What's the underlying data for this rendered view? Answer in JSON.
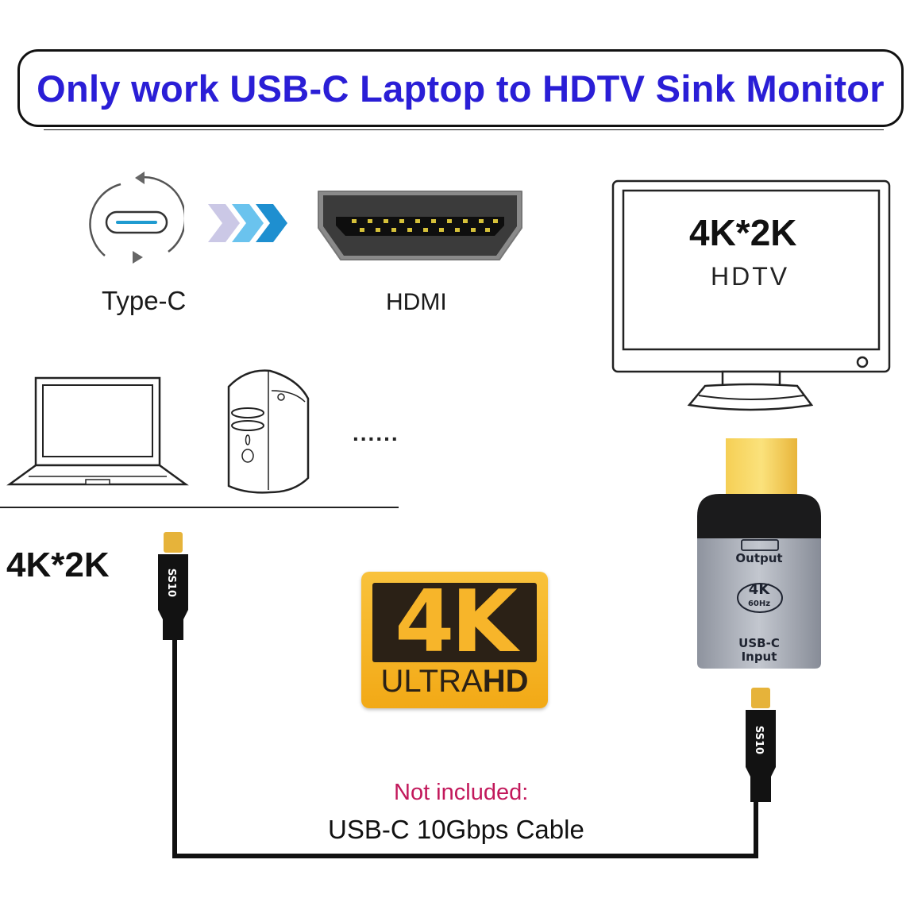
{
  "header": {
    "title": "Only work USB-C Laptop to HDTV Sink Monitor",
    "title_color": "#2a1ed6"
  },
  "connectors": {
    "source_label": "Type-C",
    "target_label": "HDMI",
    "source_icon": "usb-c-reversible-icon",
    "arrow_icon": "triple-chevron-right-icon",
    "target_icon": "hdmi-port-icon"
  },
  "monitor": {
    "resolution": "4K*2K",
    "type": "HDTV",
    "icon": "monitor-icon"
  },
  "devices": {
    "items": [
      {
        "name": "laptop",
        "icon": "laptop-icon"
      },
      {
        "name": "desktop",
        "icon": "desktop-tower-icon"
      }
    ],
    "more": "......"
  },
  "cable": {
    "resolution_label": "4K*2K",
    "note_label": "Not included:",
    "note_color": "#c2185b",
    "cable_label": "USB-C 10Gbps Cable",
    "plug_logo": "SS 10"
  },
  "badge": {
    "big": "4K",
    "ultra": "ULTRA",
    "hd": "HD",
    "color": "#f7b52a"
  },
  "adapter": {
    "output_label": "Output",
    "resolution": "4K",
    "refresh": "60Hz",
    "input_line1": "USB-C",
    "input_line2": "Input"
  }
}
